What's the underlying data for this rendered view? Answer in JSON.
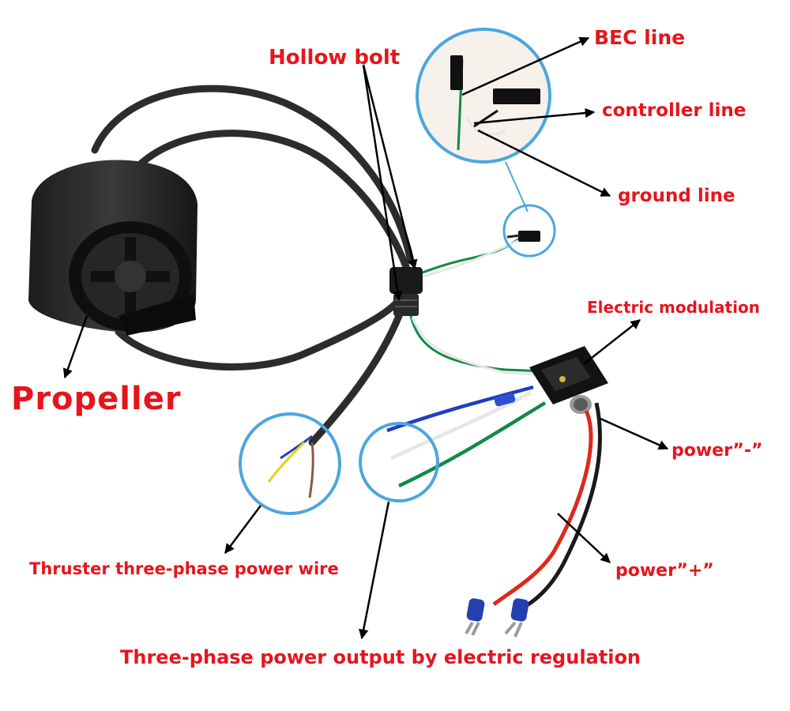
{
  "colors": {
    "label": "#e8141c",
    "arrow": "#000000",
    "callout": "#4da6dd",
    "cable": "#2c2c2c",
    "wire_blue": "#1f3fbf",
    "wire_white": "#e6e6e6",
    "wire_green": "#128a47",
    "wire_red": "#e0271c",
    "wire_black": "#1a1a1a",
    "pcb": "#121212"
  },
  "labels": {
    "propeller": "Propeller",
    "hollow_bolt": "Hollow bolt",
    "bec_line": "BEC line",
    "controller_line": "controller line",
    "ground_line": "ground line",
    "electric_modulation": "Electric modulation",
    "power_negative": "power”-”",
    "power_positive": "power”+”",
    "thruster_wire": "Thruster three-phase power wire",
    "power_output": "Three-phase power output by electric regulation"
  },
  "icons": {
    "thruster": "thruster-motor-icon",
    "esc_board": "esc-board-icon",
    "fork_terminal": "fork-terminal-icon",
    "servo_connector": "servo-connector-icon"
  }
}
